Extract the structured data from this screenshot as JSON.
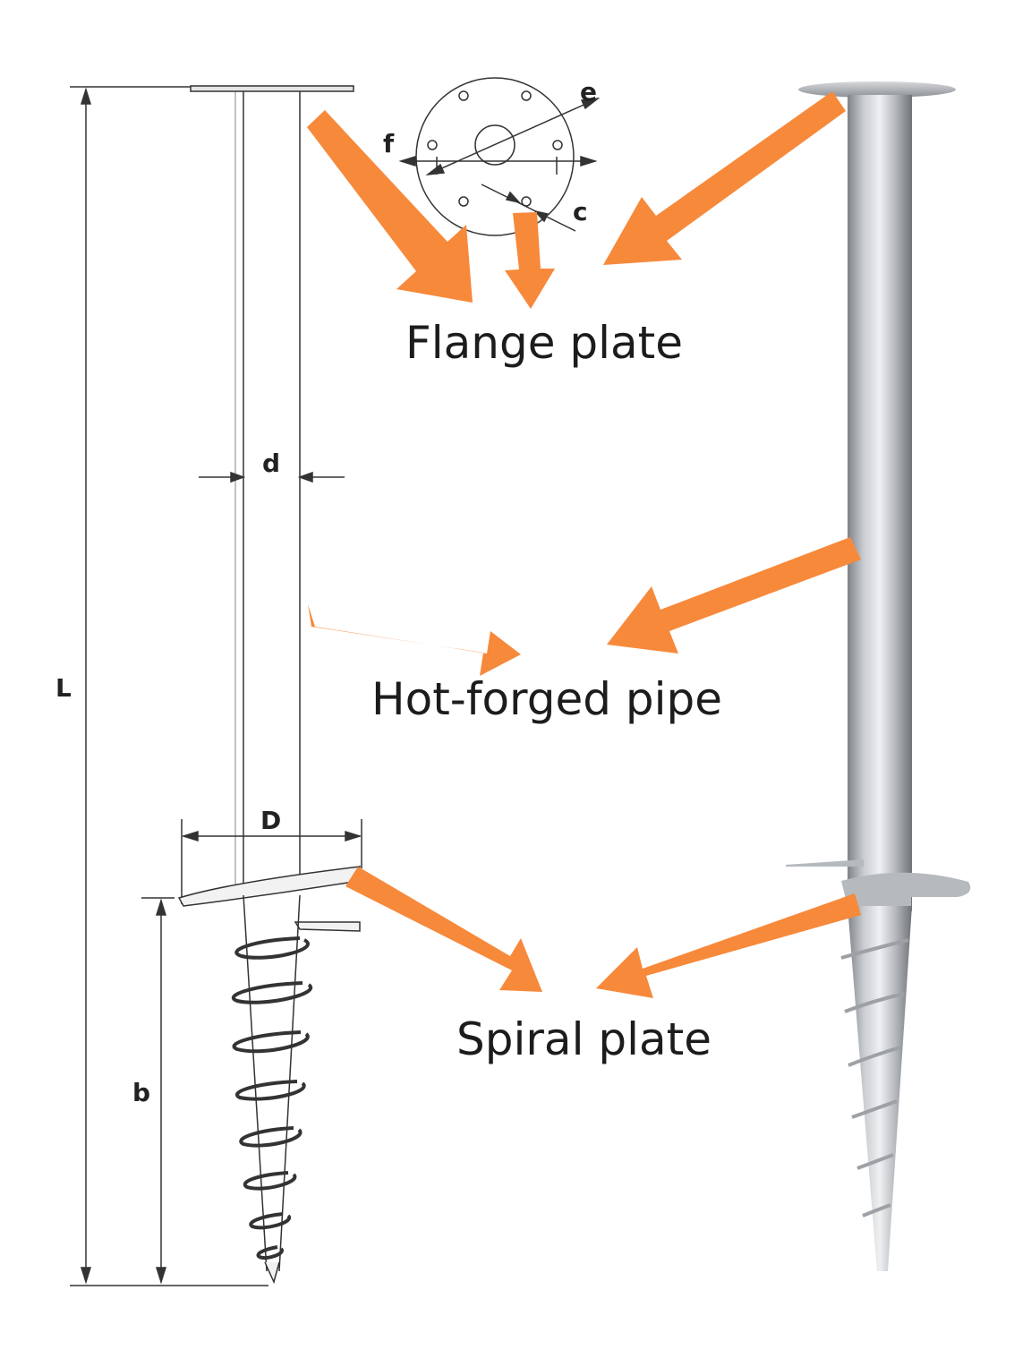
{
  "labels": {
    "flange_plate": "Flange plate",
    "hot_forged_pipe": "Hot-forged pipe",
    "spiral_plate": "Spiral plate"
  },
  "dimensions": {
    "length": "L",
    "pipe_diameter": "d",
    "spiral_diameter": "D",
    "spiral_length": "b",
    "flange_e": "e",
    "flange_f": "f",
    "flange_c": "c"
  },
  "colors": {
    "arrow": "#F7893B",
    "line": "#333333",
    "metal_light": "#e6e8ea",
    "metal_dark": "#8e9296"
  }
}
